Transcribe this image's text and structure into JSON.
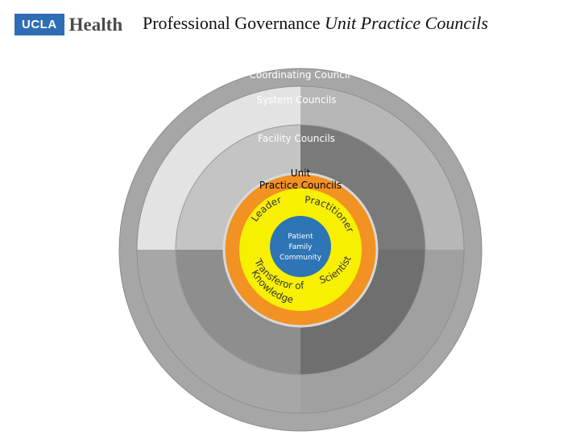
{
  "header": {
    "logo_box": "UCLA",
    "logo_word": "Health",
    "title_plain": "Professional Governance ",
    "title_italic": "Unit Practice Councils"
  },
  "diagram": {
    "coordinating": "Coordinating Council",
    "system": "System Councils",
    "facility": "Facility Councils",
    "unit_line1": "Unit",
    "unit_line2": "Practice Councils",
    "core_line1": "Patient",
    "core_line2": "Family",
    "core_line3": "Community",
    "roles": {
      "leader": "Leader",
      "practitioner": "Practitioner",
      "scientist": "Scientist",
      "transferor": "Transferor of",
      "knowledge": "Knowledge"
    },
    "colors": {
      "outer_band": "#a6a6a6",
      "orange_ring": "#f29222",
      "yellow_ring": "#f7f000",
      "core": "#2e75b6"
    }
  }
}
